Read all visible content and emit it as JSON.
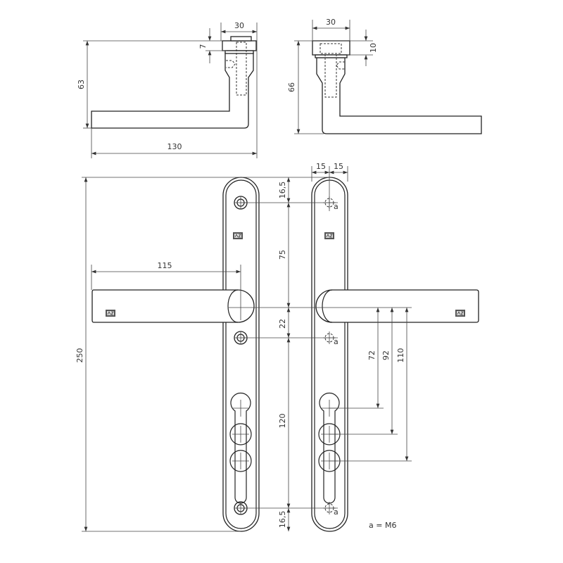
{
  "title": "Lever handle on long plate – dimension drawing",
  "side_view_left": {
    "width": "30",
    "rose_height": "7",
    "height": "63",
    "length": "130"
  },
  "side_view_right": {
    "width": "30",
    "rose_height": "10",
    "height": "66"
  },
  "front_view": {
    "plate_height": "250",
    "lever_length": "115",
    "half_width_left": "15",
    "half_width_right": "15",
    "top_screw": "16,5",
    "screw_to_axis": "75",
    "axis_to_screw": "22",
    "screw_to_screw": "120",
    "bottom_screw": "16,5",
    "axis_to_cyl_1": "72",
    "axis_to_cyl_2": "92",
    "axis_to_cyl_3": "110",
    "thread_marker": "a",
    "note": "a = M6"
  }
}
